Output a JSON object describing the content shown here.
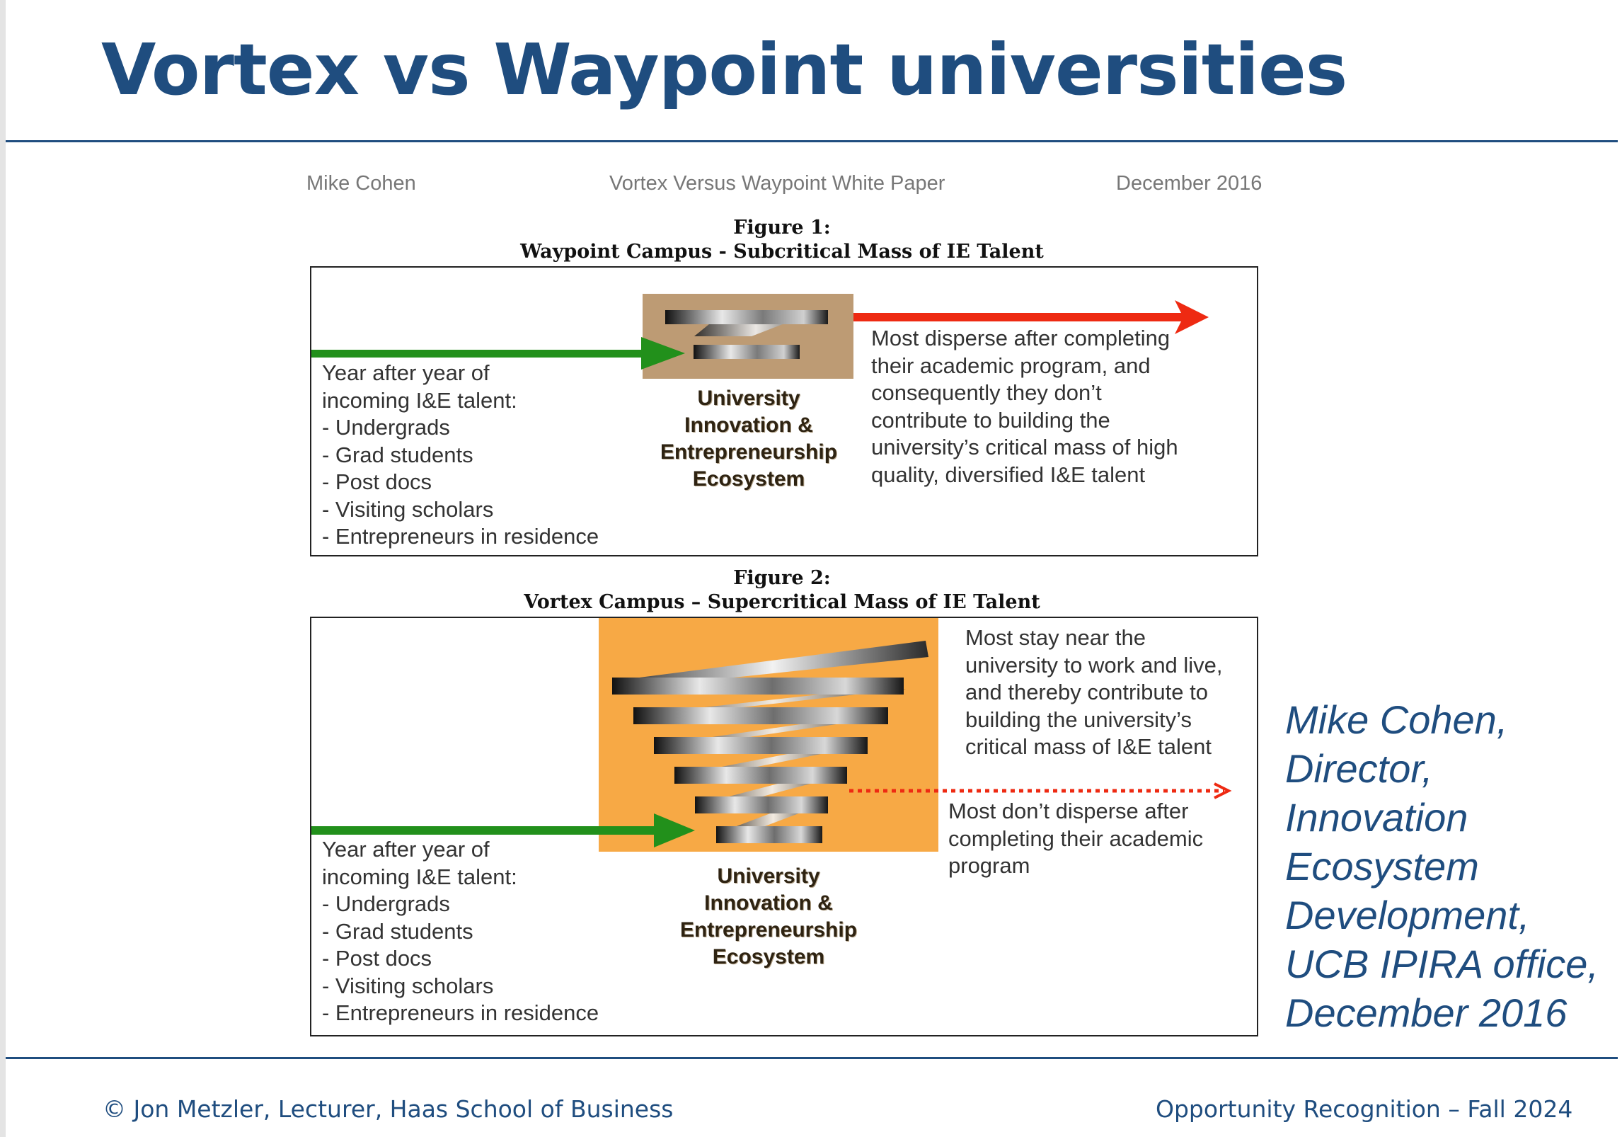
{
  "slide": {
    "title": "Vortex vs Waypoint universities",
    "side_note_lines": [
      "Mike Cohen,",
      "Director,",
      "Innovation",
      "Ecosystem",
      "Development,",
      "UCB IPIRA office,",
      "December 2016"
    ],
    "footer_left": "© Jon Metzler, Lecturer, Haas School of Business",
    "footer_right": "Opportunity Recognition – Fall 2024"
  },
  "paper": {
    "author": "Mike Cohen",
    "title": "Vortex Versus Waypoint White Paper",
    "date": "December 2016"
  },
  "figure1": {
    "caption_number": "Figure 1:",
    "caption_title": "Waypoint Campus - Subcritical Mass of IE Talent",
    "inflow_lines": [
      "Year after year of",
      "incoming I&E talent:",
      "- Undergrads",
      "- Grad students",
      "- Post docs",
      "- Visiting scholars",
      "- Entrepreneurs in residence"
    ],
    "ecosystem_lines": [
      "University",
      "Innovation &",
      "Entrepreneurship",
      "Ecosystem"
    ],
    "outcome_lines": [
      "Most disperse after completing",
      "their academic program, and",
      "consequently they don’t",
      "contribute to building the",
      "university’s critical mass of high",
      "quality, diversified I&E talent"
    ]
  },
  "figure2": {
    "caption_number": "Figure 2:",
    "caption_title": "Vortex Campus – Supercritical Mass of IE Talent",
    "stay_lines": [
      "Most stay near the",
      "university to work and live,",
      "and thereby contribute to",
      "building the university’s",
      "critical mass of I&E talent"
    ],
    "disperse_lines": [
      "Most don’t disperse after",
      "completing their academic",
      "program"
    ],
    "inflow_lines": [
      "Year after year of",
      "incoming I&E talent:",
      "- Undergrads",
      "- Grad students",
      "- Post docs",
      "- Visiting scholars",
      "- Entrepreneurs in residence"
    ],
    "ecosystem_lines": [
      "University",
      "Innovation &",
      "Entrepreneurship",
      "Ecosystem"
    ]
  },
  "colors": {
    "title_blue": "#1f4d7f",
    "inflow_green": "#22901b",
    "outflow_red": "#ee2a12",
    "waypoint_tan": "#bd9b74",
    "vortex_orange": "#f7a945"
  }
}
